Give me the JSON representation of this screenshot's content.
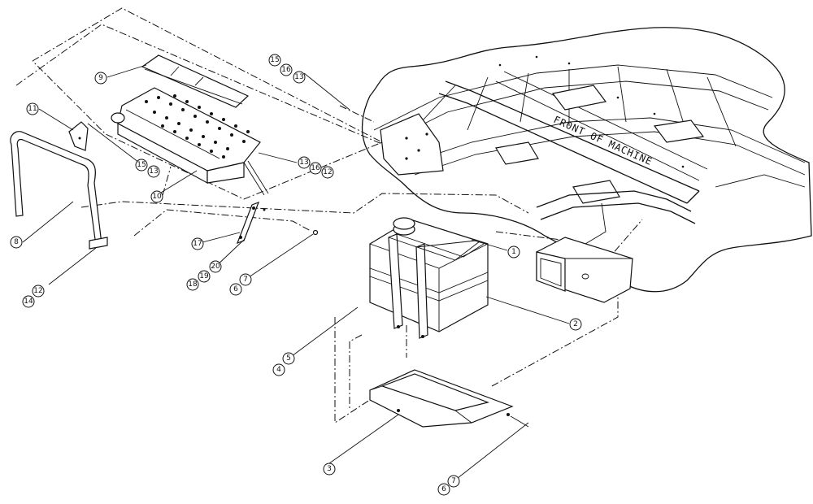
{
  "frame_caption": "FRONT OF MACHINE",
  "callouts": {
    "c1": "1",
    "c2": "2",
    "c3": "3",
    "c4": "4",
    "c5": "5",
    "c6a": "6",
    "c7a": "7",
    "c6b": "6",
    "c7b": "7",
    "c8": "8",
    "c9": "9",
    "c10": "10",
    "c11": "11",
    "c12a": "12",
    "c14": "14",
    "c15a": "15",
    "c13a": "13",
    "c13b": "13",
    "c16a": "16",
    "c12b": "12",
    "c15b": "15",
    "c16b": "16",
    "c13c": "13",
    "c17": "17",
    "c18": "18",
    "c19": "19",
    "c20": "20"
  }
}
